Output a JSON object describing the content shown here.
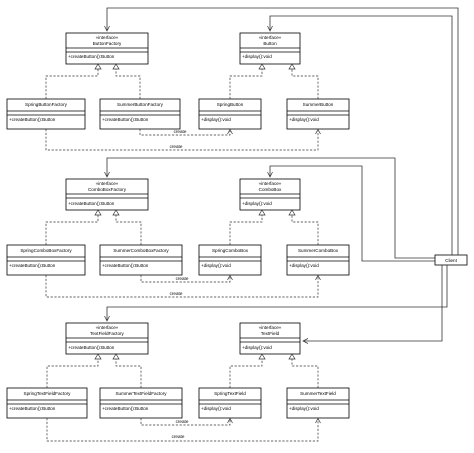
{
  "classes": {
    "button_factory": {
      "stereotype": "«interface»",
      "name": "ButtonFactory",
      "member": "+createButton():Button"
    },
    "button": {
      "stereotype": "«interface»",
      "name": "Button",
      "member": "+display():void"
    },
    "spring_button_factory": {
      "name": "SpringButtonFactory",
      "member": "+createButton():Button"
    },
    "summer_button_factory": {
      "name": "SummerButtonFactory",
      "member": "+createButton():Button"
    },
    "spring_button": {
      "name": "SpringButton",
      "member": "+display():void"
    },
    "summer_button": {
      "name": "SummerButton",
      "member": "+display():void"
    },
    "combobox_factory": {
      "stereotype": "«interface»",
      "name": "ComboBoxFactory",
      "member": "+createButton():Button"
    },
    "combobox": {
      "stereotype": "«interface»",
      "name": "ComboBox",
      "member": "+display():void"
    },
    "spring_combobox_factory": {
      "name": "SpringComboBoxFactory",
      "member": "+createButton():Button"
    },
    "summer_combobox_factory": {
      "name": "SummerComboBoxFactory",
      "member": "+createButton():Button"
    },
    "spring_combobox": {
      "name": "SpringComboBox",
      "member": "+display():void"
    },
    "summer_combobox": {
      "name": "SummerComboBox",
      "member": "+display():void"
    },
    "textfield_factory": {
      "stereotype": "«interface»",
      "name": "TextFieldFactory",
      "member": "+createButton():Button"
    },
    "textfield": {
      "stereotype": "«interface»",
      "name": "TextField",
      "member": "+display():void"
    },
    "spring_textfield_factory": {
      "name": "SpringTextFieldFactory",
      "member": "+createButton():Button"
    },
    "summer_textfield_factory": {
      "name": "SummerTextFieldFactory",
      "member": "+createButton():Button"
    },
    "spring_textfield": {
      "name": "SpringTextField",
      "member": "+display():void"
    },
    "summer_textfield": {
      "name": "SummerTextField",
      "member": "+display():void"
    },
    "client": {
      "name": "Client"
    }
  },
  "labels": {
    "create": "create"
  }
}
